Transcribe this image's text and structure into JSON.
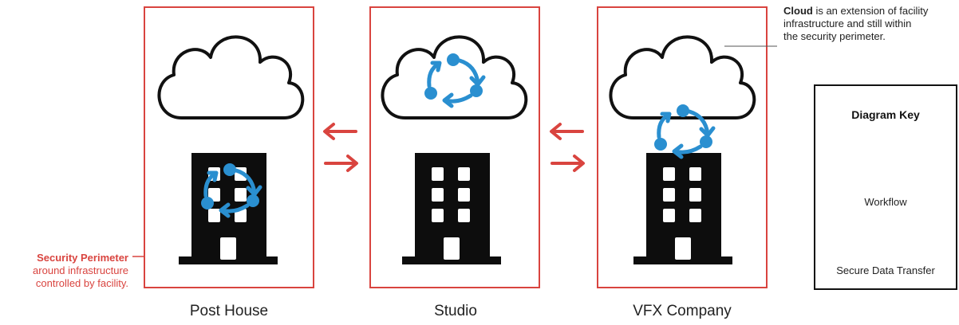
{
  "facilities": [
    {
      "label": "Post House",
      "workflow_location": "building"
    },
    {
      "label": "Studio",
      "workflow_location": "cloud"
    },
    {
      "label": "VFX Company",
      "workflow_location": "cloud-and-building"
    }
  ],
  "security_perimeter_note": {
    "title": "Security Perimeter",
    "line1": "around infrastructure",
    "line2": "controlled by facility."
  },
  "cloud_note": {
    "title": "Cloud",
    "line1_rest": " is an extension of facility",
    "line2": "infrastructure and still within",
    "line3": "the security perimeter."
  },
  "diagram_key": {
    "title": "Diagram Key",
    "workflow_label": "Workflow",
    "transfer_label": "Secure Data Transfer"
  },
  "colors": {
    "perimeter": "#d9443f",
    "workflow": "#2a8fd0",
    "building": "#0d0d0d",
    "arrow": "#d9443f"
  },
  "icons": [
    "cloud-icon",
    "building-icon",
    "workflow-cycle-icon",
    "transfer-arrows-icon"
  ]
}
